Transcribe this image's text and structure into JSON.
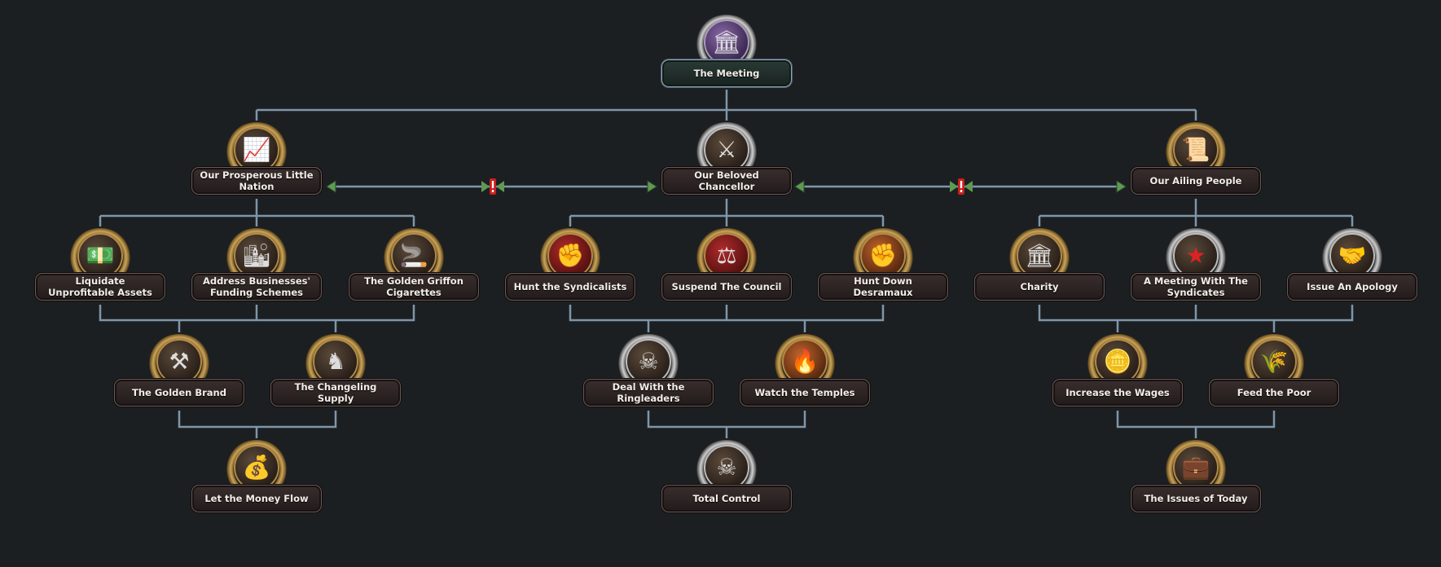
{
  "colors": {
    "background": "#1c1f21",
    "connector": "#7e96aa",
    "label_bg": "#2d2424",
    "label_text": "#f2eee8",
    "exclusive_red": "#c8201e",
    "arrow_green": "#5d9a52"
  },
  "focuses": [
    {
      "id": "the-meeting",
      "label": "The Meeting",
      "icon": "council-building-icon",
      "style": "purple",
      "root": true
    },
    {
      "id": "our-prosperous-little-nation",
      "label": "Our Prosperous Little Nation",
      "icon": "gold-bars-chart-icon",
      "style": "gold"
    },
    {
      "id": "our-beloved-chancellor",
      "label": "Our Beloved Chancellor",
      "icon": "chancellor-emblem-icon",
      "style": "silver"
    },
    {
      "id": "our-ailing-people",
      "label": "Our Ailing People",
      "icon": "document-icon",
      "style": "gold"
    },
    {
      "id": "liquidate-unprofitable-assets",
      "label": "Liquidate Unprofitable Assets",
      "icon": "money-stack-icon",
      "style": "gold"
    },
    {
      "id": "address-businesses-funding-schemes",
      "label": "Address Businesses' Funding Schemes",
      "icon": "city-skyline-icon",
      "style": "gold"
    },
    {
      "id": "the-golden-griffon-cigarettes",
      "label": "The Golden Griffon Cigarettes",
      "icon": "cigarette-pack-icon",
      "style": "gold"
    },
    {
      "id": "hunt-the-syndicalists",
      "label": "Hunt the Syndicalists",
      "icon": "armored-fist-icon",
      "style": "red"
    },
    {
      "id": "suspend-the-council",
      "label": "Suspend The Council",
      "icon": "gavel-icon",
      "style": "red"
    },
    {
      "id": "hunt-down-desramaux",
      "label": "Hunt Down Desramaux",
      "icon": "armored-fist-icon",
      "style": "orange"
    },
    {
      "id": "charity",
      "label": "Charity",
      "icon": "temple-icon",
      "style": "gold"
    },
    {
      "id": "a-meeting-with-the-syndicates",
      "label": "A Meeting With The Syndicates",
      "icon": "red-star-icon",
      "style": "silver"
    },
    {
      "id": "issue-an-apology",
      "label": "Issue An Apology",
      "icon": "handshake-icon",
      "style": "silver"
    },
    {
      "id": "the-golden-brand",
      "label": "The Golden Brand",
      "icon": "crossed-hammers-icon",
      "style": "gold"
    },
    {
      "id": "the-changeling-supply",
      "label": "The Changeling Supply",
      "icon": "changeling-portrait-icon",
      "style": "gold"
    },
    {
      "id": "deal-with-the-ringleaders",
      "label": "Deal With the Ringleaders",
      "icon": "skull-icon",
      "style": "silver"
    },
    {
      "id": "watch-the-temples",
      "label": "Watch the Temples",
      "icon": "phoenix-icon",
      "style": "orange"
    },
    {
      "id": "increase-the-wages",
      "label": "Increase the Wages",
      "icon": "coins-document-icon",
      "style": "gold"
    },
    {
      "id": "feed-the-poor",
      "label": "Feed the Poor",
      "icon": "bank-grain-icon",
      "style": "gold"
    },
    {
      "id": "let-the-money-flow",
      "label": "Let the Money Flow",
      "icon": "gold-bars-icon",
      "style": "gold"
    },
    {
      "id": "total-control",
      "label": "Total Control",
      "icon": "skull-eagle-icon",
      "style": "silver"
    },
    {
      "id": "the-issues-of-today",
      "label": "The Issues of Today",
      "icon": "briefcase-icon",
      "style": "gold"
    }
  ]
}
